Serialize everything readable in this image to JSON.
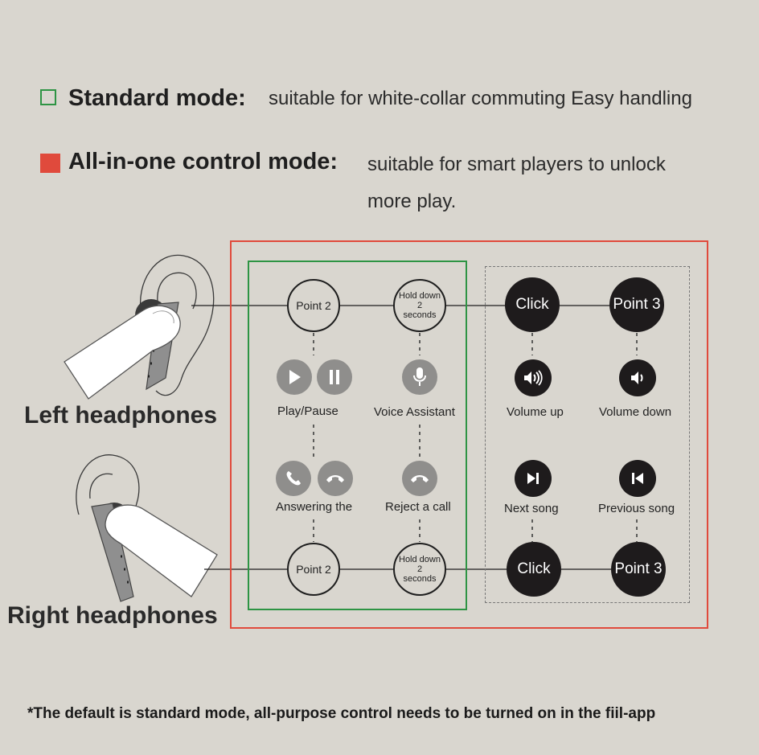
{
  "colors": {
    "standard": "#2e9444",
    "all_in_one": "#e04a3c",
    "background": "#d9d6cf"
  },
  "legend": {
    "standard": {
      "title": "Standard mode:",
      "desc": "suitable for white-collar commuting Easy handling"
    },
    "all_in_one": {
      "title": "All-in-one control mode:",
      "desc_line1": "suitable for smart players to unlock",
      "desc_line2": "more play."
    }
  },
  "left_label": "Left headphones",
  "right_label": "Right headphones",
  "standard_panel": {
    "left_top": "Point 2",
    "right_top": {
      "line1": "Hold down",
      "line2": "2",
      "line3": "seconds"
    },
    "left_bottom": "Point 2",
    "right_bottom": {
      "line1": "Hold down",
      "line2": "2",
      "line3": "seconds"
    },
    "play_pause": "Play/Pause",
    "voice_assistant": "Voice Assistant",
    "answering": "Answering the",
    "reject": "Reject a call",
    "icons": [
      "play-icon",
      "pause-icon",
      "microphone-icon",
      "phone-answer-icon",
      "phone-hangup-icon",
      "phone-reject-icon"
    ]
  },
  "all_in_one_panel": {
    "click_top": "Click",
    "point3_top": "Point 3",
    "click_bottom": "Click",
    "point3_bottom": "Point 3",
    "volume_up": "Volume up",
    "volume_down": "Volume down",
    "next_song": "Next song",
    "previous_song": "Previous song",
    "icons": [
      "volume-up-icon",
      "volume-down-icon",
      "next-track-icon",
      "previous-track-icon"
    ]
  },
  "footer": "*The default is standard mode, all-purpose control needs to be turned on in the fiil-app"
}
